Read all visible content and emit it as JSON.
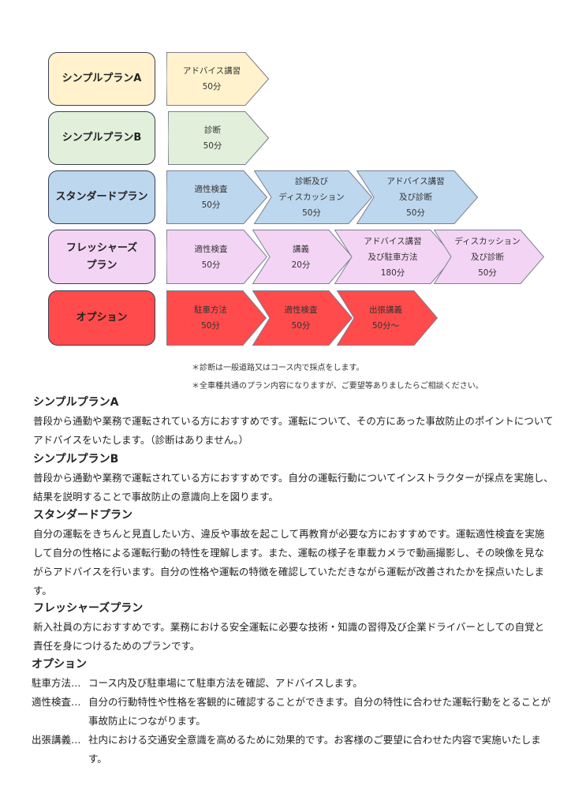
{
  "colors": {
    "simple_a": "#fff2cc",
    "simple_b": "#e2efda",
    "standard": "#bdd7ee",
    "freshers": "#f4d4f4",
    "option": "#ff4b4b"
  },
  "rows": [
    {
      "label": "シンプルプランA",
      "steps": [
        {
          "lines": [
            "アドバイス講習",
            "50分"
          ]
        }
      ]
    },
    {
      "label": "シンプルプランB",
      "steps": [
        {
          "lines": [
            "診断",
            "50分"
          ]
        }
      ]
    },
    {
      "label": "スタンダードプラン",
      "steps": [
        {
          "lines": [
            "適性検査",
            "50分"
          ]
        },
        {
          "lines": [
            "診断及び",
            "ディスカッション",
            "50分"
          ]
        },
        {
          "lines": [
            "アドバイス講習",
            "及び診断",
            "50分"
          ]
        }
      ]
    },
    {
      "label": "フレッシャーズ\nプラン",
      "steps": [
        {
          "lines": [
            "適性検査",
            "50分"
          ]
        },
        {
          "lines": [
            "講義",
            "20分"
          ]
        },
        {
          "lines": [
            "アドバイス講習",
            "及び駐車方法",
            "180分"
          ]
        },
        {
          "lines": [
            "ディスカッション",
            "及び診断",
            "50分"
          ]
        }
      ]
    },
    {
      "label": "オプション",
      "steps": [
        {
          "lines": [
            "駐車方法",
            "50分"
          ]
        },
        {
          "lines": [
            "適性検査",
            "50分"
          ]
        },
        {
          "lines": [
            "出張講義",
            "50分～"
          ]
        }
      ]
    }
  ],
  "notes": [
    "＊診断は一般道路又はコース内で採点をします。",
    "＊全車種共通のプラン内容になりますが、ご要望等ありましたらご相談ください。"
  ],
  "sections": [
    {
      "title": "シンプルプランA",
      "body": "普段から通勤や業務で運転されている方におすすめです。運転について、その方にあった事故防止のポイントについてアドバイスをいたします。（診断はありません。）"
    },
    {
      "title": "シンプルプランB",
      "body": "普段から通勤や業務で運転されている方におすすめです。自分の運転行動についてインストラクターが採点を実施し、結果を説明することで事故防止の意識向上を図ります。"
    },
    {
      "title": "スタンダードプラン",
      "body": "自分の運転をきちんと見直したい方、違反や事故を起こして再教育が必要な方におすすめです。運転適性検査を実施して自分の性格による運転行動の特性を理解します。また、運転の様子を車載カメラで動画撮影し、その映像を見ながらアドバイスを行います。自分の性格や運転の特徴を確認していただきながら運転が改善されたかを採点いたします。"
    },
    {
      "title": "フレッシャーズプラン",
      "body": "新入社員の方におすすめです。業務における安全運転に必要な技術・知識の習得及び企業ドライバーとしての自覚と責任を身につけるためのプランです。"
    }
  ],
  "options": {
    "title": "オプション",
    "items": [
      {
        "key": "駐車方法…",
        "value": "コース内及び駐車場にて駐車方法を確認、アドバイスします。"
      },
      {
        "key": "適性検査…",
        "value": "自分の行動特性や性格を客観的に確認することができます。自分の特性に合わせた運転行動をとることが事故防止につながります。"
      },
      {
        "key": "出張講義…",
        "value": "社内における交通安全意識を高めるために効果的です。お客様のご要望に合わせた内容で実施いたします。"
      }
    ]
  }
}
